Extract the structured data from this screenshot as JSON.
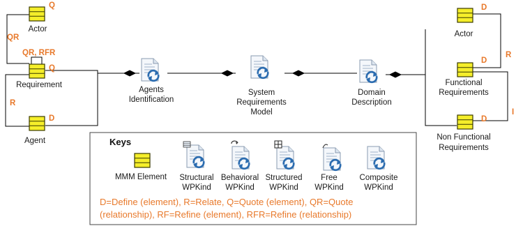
{
  "colors": {
    "mmm_fill": "#f5ee2a",
    "mmm_border": "#3a3a00",
    "relation_letter": "#e8792b",
    "line": "#000000",
    "doc_page": "#f4f7fb",
    "doc_icon_blue": "#2b6cb0"
  },
  "left_model": {
    "elements": [
      {
        "name": "Actor",
        "letter": "Q"
      },
      {
        "name": "Requirement",
        "letter": "Q"
      },
      {
        "name": "Agent",
        "letter": "D"
      }
    ],
    "relations": {
      "actor_requirement": "QR",
      "self_loop": "QR, RFR",
      "agent_requirement": "R"
    }
  },
  "workproducts": [
    {
      "label_line1": "Agents",
      "label_line2": "Identification",
      "label_line3": "",
      "icon": "composite-wpkind-icon"
    },
    {
      "label_line1": "System",
      "label_line2": "Requirements",
      "label_line3": "Model",
      "icon": "composite-wpkind-icon"
    },
    {
      "label_line1": "Domain",
      "label_line2": "Description",
      "label_line3": "",
      "icon": "composite-wpkind-icon"
    }
  ],
  "right_model": {
    "elements": [
      {
        "name_line1": "Actor",
        "name_line2": "",
        "letter": "D"
      },
      {
        "name_line1": "Functional",
        "name_line2": "Requirements",
        "letter": "D"
      },
      {
        "name_line1": "Non Functional",
        "name_line2": "Requirements",
        "letter": "D"
      }
    ],
    "relations": {
      "actor_functional": "R",
      "functional_nonfunctional": "I"
    }
  },
  "keys": {
    "title": "Keys",
    "items": [
      {
        "label_line1": "MMM Element",
        "label_line2": "",
        "icon": "mmm-element-icon"
      },
      {
        "label_line1": "Structural",
        "label_line2": "WPKind",
        "icon": "structural-wpkind-icon"
      },
      {
        "label_line1": "Behavioral",
        "label_line2": "WPKind",
        "icon": "behavioral-wpkind-icon"
      },
      {
        "label_line1": "Structured",
        "label_line2": "WPKind",
        "icon": "structured-wpkind-icon"
      },
      {
        "label_line1": "Free",
        "label_line2": "WPKind",
        "icon": "free-wpkind-icon"
      },
      {
        "label_line1": "Composite",
        "label_line2": "WPKind",
        "icon": "composite-wpkind-icon"
      }
    ],
    "legend_line1": "D=Define (element), R=Relate, Q=Quote  (element), QR=Quote",
    "legend_line2": "(relationship), RF=Refine (element), RFR=Refine (relationship)"
  }
}
